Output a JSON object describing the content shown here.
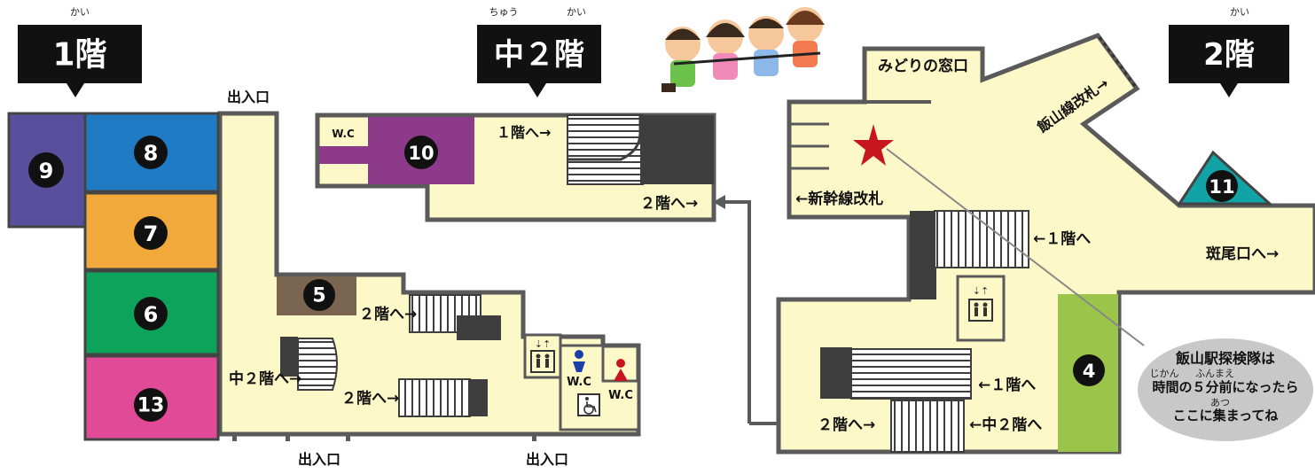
{
  "floor_titles": {
    "f1": {
      "label": "1階",
      "ruby": "かい"
    },
    "fm2": {
      "label": "中２階",
      "ruby_a": "ちゅう",
      "ruby_b": "かい"
    },
    "f2": {
      "label": "2階",
      "ruby": "かい"
    }
  },
  "exits": {
    "top": "出入口",
    "bottom_left": "出入口",
    "bottom_right": "出入口"
  },
  "shops": [
    {
      "id": "9",
      "color": "#5a4f9c"
    },
    {
      "id": "8",
      "color": "#1f7bc4"
    },
    {
      "id": "7",
      "color": "#f2a93b"
    },
    {
      "id": "6",
      "color": "#0ea35a"
    },
    {
      "id": "13",
      "color": "#e04a96"
    },
    {
      "id": "5",
      "color": "#7a6650"
    },
    {
      "id": "10",
      "color": "#8e3a8a"
    },
    {
      "id": "11",
      "color": "#11a3a6"
    },
    {
      "id": "4",
      "color": "#9ac54a"
    }
  ],
  "labels": {
    "f1_to_2f_upper": "２階へ→",
    "f1_to_mezz": "中２階へ→",
    "f1_to_2f_lower": "２階へ→",
    "wc_men": "W.C",
    "wc_women": "W.C",
    "wc_mezz": "W.C",
    "mezz_to_1f": "１階へ→",
    "mezz_to_2f": "２階へ→",
    "midori": "みどりの窓口",
    "iiyama_gate": "飯山線改札→",
    "shinkansen_gate": "←新幹線改札",
    "to_1f_upper": "←１階へ",
    "to_1f_lower": "←１階へ",
    "to_mezz": "←中２階へ",
    "to_2f": "２階へ→",
    "madara": "斑尾口へ→",
    "elevator_arrows": "⇣⇡"
  },
  "callout": {
    "line1": "飯山駅探検隊は",
    "line2": "時間の５分前になったら",
    "line3": "ここに集まってね",
    "ruby_jikan": "じかん",
    "ruby_funmae": "ふんまえ",
    "ruby_atsu": "あつ"
  },
  "colors": {
    "floor": "#fdf8c8",
    "wall": "#5a5a5a",
    "dark": "#3e3e3e",
    "star": "#c8161e",
    "title_bg": "#111111"
  }
}
